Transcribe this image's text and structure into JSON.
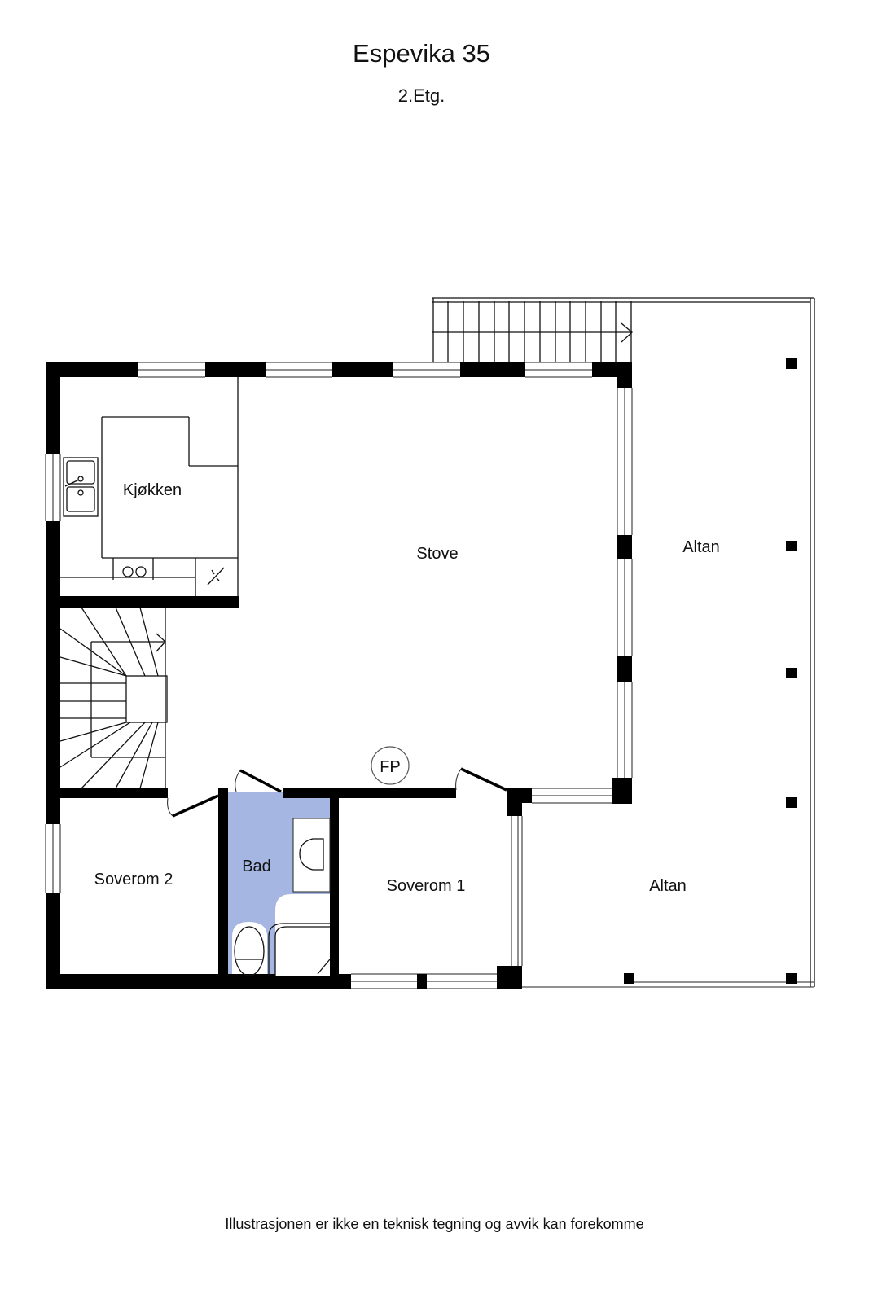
{
  "header": {
    "title": "Espevika 35",
    "floor": "2.Etg."
  },
  "rooms": {
    "kitchen": "Kjøkken",
    "living": "Stove",
    "balcony_north": "Altan",
    "balcony_south": "Altan",
    "bedroom_1": "Soverom 1",
    "bedroom_2": "Soverom 2",
    "bathroom": "Bad"
  },
  "markers": {
    "fp": "FP"
  },
  "colors": {
    "bathroom_fill": "#a6b6e2",
    "wall": "#000000"
  },
  "footer": {
    "disclaimer": "Illustrasjonen er ikke en teknisk tegning og avvik kan forekomme"
  }
}
